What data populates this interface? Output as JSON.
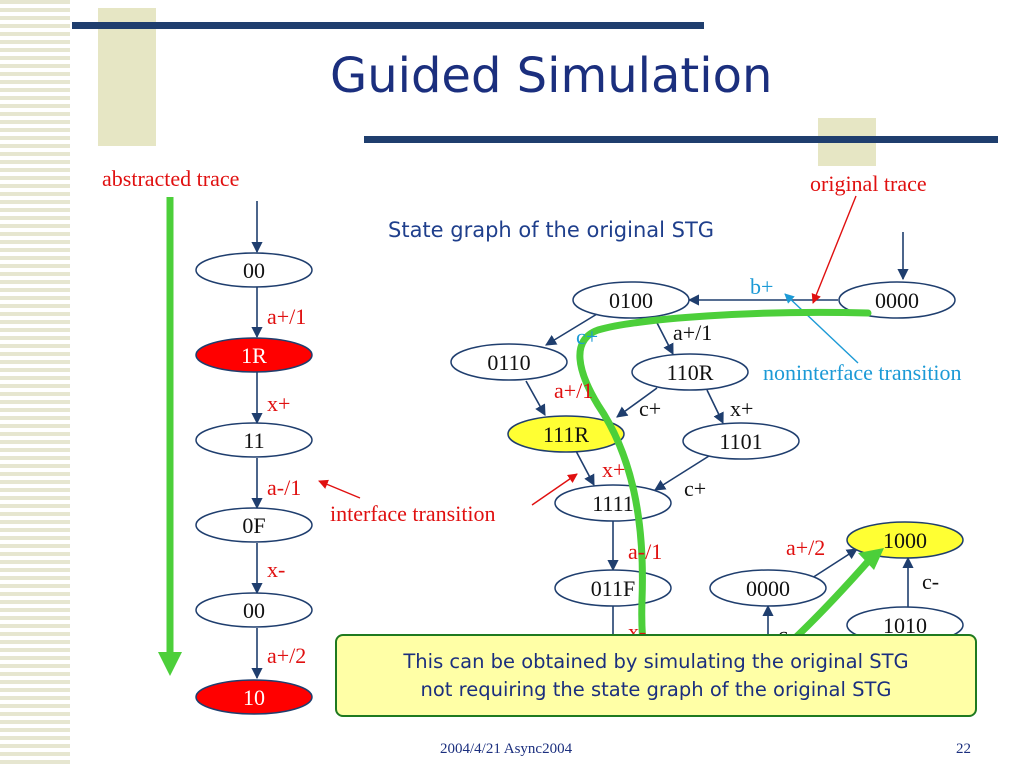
{
  "slide": {
    "title": "Guided Simulation",
    "footer_left": "2004/4/21 Async2004",
    "footer_right": "22"
  },
  "abstracted_trace": {
    "heading": "abstracted trace",
    "states": [
      "00",
      "1R",
      "11",
      "0F",
      "00",
      "10"
    ],
    "transitions": [
      "a+/1",
      "x+",
      "a-/1",
      "x-",
      "a+/2"
    ]
  },
  "state_graph": {
    "title": "State graph of the original STG",
    "nodes": {
      "n0100": "0100",
      "n0000": "0000",
      "n0110": "0110",
      "n110R": "110R",
      "n111R": "111R",
      "n1101": "1101",
      "n1111": "1111",
      "n011F": "011F",
      "n0000b": "0000",
      "n1000": "1000",
      "n1010": "1010"
    },
    "edge_labels": {
      "b_plus": "b+",
      "c_plus_top": "c+",
      "a_plus_1_top": "a+/1",
      "a_plus_1_left": "a+/1",
      "c_plus_mid": "c+",
      "x_plus_right": "x+",
      "x_plus_mid": "x+",
      "c_plus_low": "c+",
      "a_minus_1": "a-/1",
      "a_plus_2": "a+/2",
      "c_minus": "c-",
      "x_minus": "x-",
      "c_partial": "c"
    }
  },
  "annotations": {
    "original_trace": "original trace",
    "noninterface_transition": "noninterface transition",
    "interface_transition": "interface transition"
  },
  "callout": {
    "line1": "This can be obtained by simulating the original STG",
    "line2": "not requiring the state graph of the original STG"
  },
  "colors": {
    "title": "#1b2f7e",
    "highlight_red": "#ff0000",
    "highlight_yellow": "#ffff33",
    "trace_green": "#4ccf3a",
    "annotation_red": "#e01010",
    "noninterface_blue": "#1c9ad6"
  }
}
